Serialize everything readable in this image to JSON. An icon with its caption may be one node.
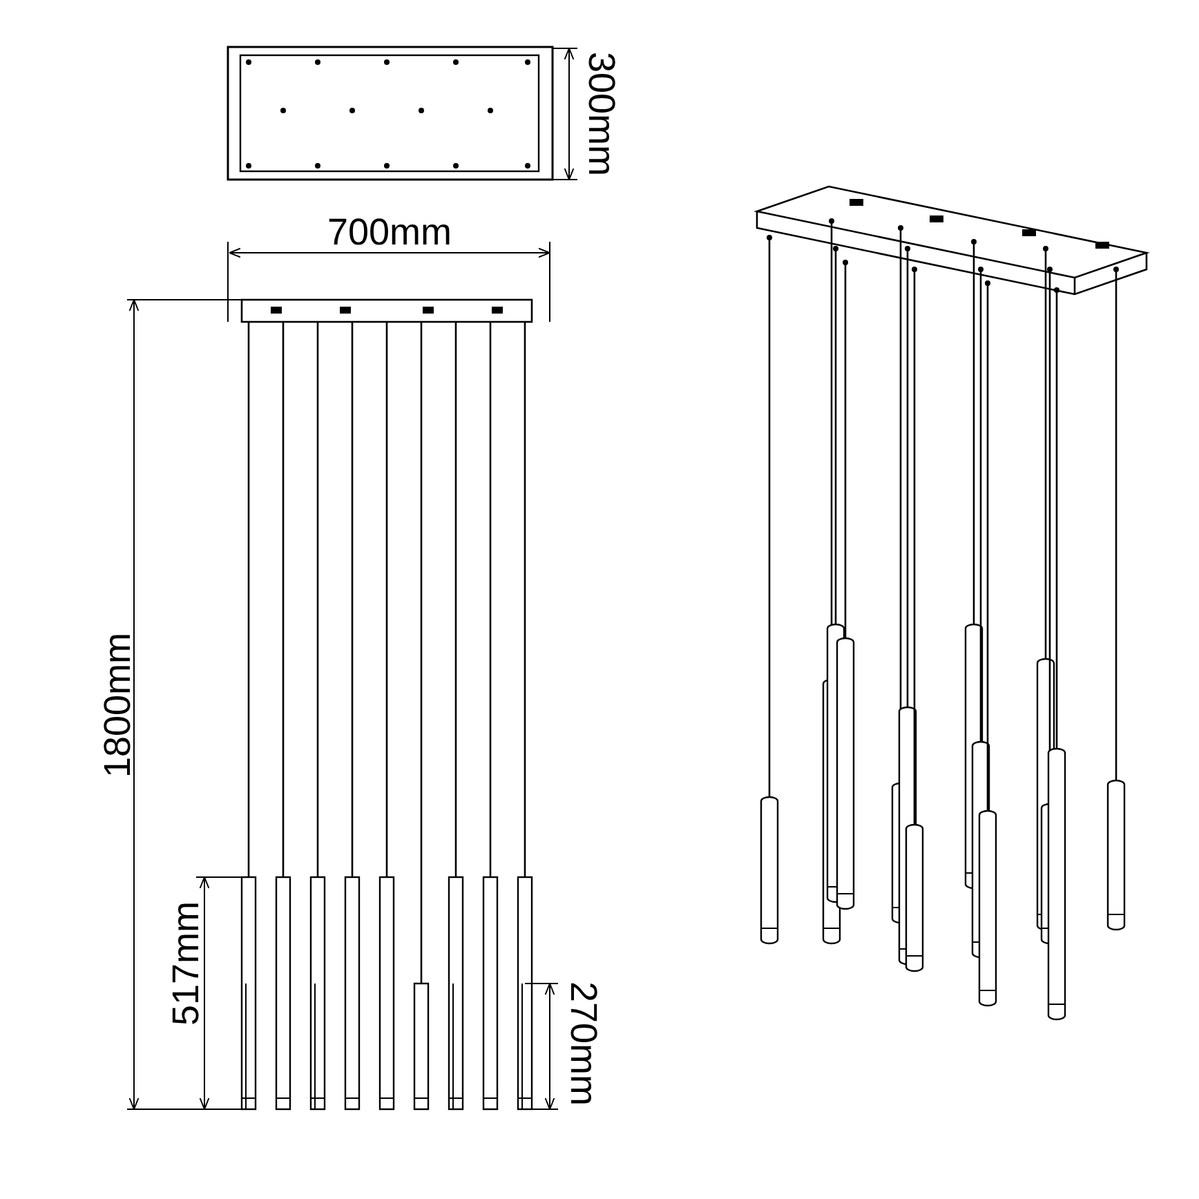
{
  "diagram": {
    "labels": [
      "300mm",
      "700mm",
      "1800mm",
      "517mm",
      "270mm"
    ]
  }
}
